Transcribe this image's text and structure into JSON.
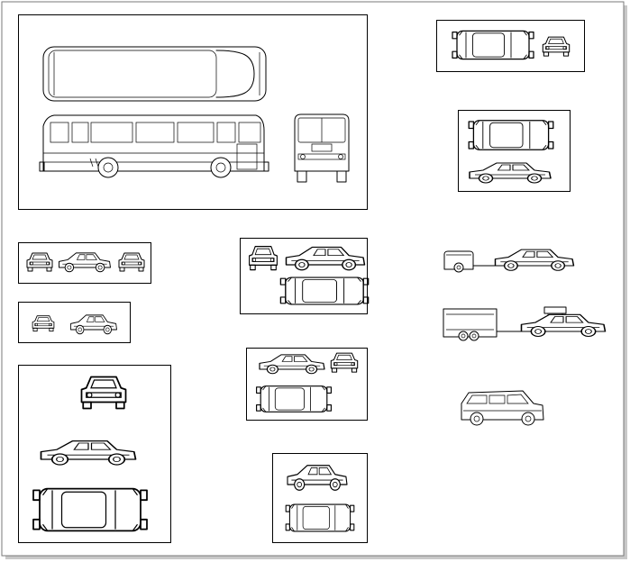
{
  "drawing": {
    "colors": {
      "background": "#ffffff",
      "line": "#000000",
      "sheet_border": "#7a7a7a",
      "shadow": "#c8c8c8"
    },
    "vehicle_groups": [
      {
        "id": "bus",
        "views": [
          "top",
          "side",
          "front"
        ]
      },
      {
        "id": "sedan-top-front",
        "views": [
          "top",
          "front"
        ]
      },
      {
        "id": "sedan-top-side",
        "views": [
          "top",
          "side"
        ]
      },
      {
        "id": "small-front-side-rear",
        "views": [
          "front",
          "side",
          "rear"
        ]
      },
      {
        "id": "small-front-side",
        "views": [
          "front",
          "side"
        ]
      },
      {
        "id": "hatch-front-side-top",
        "views": [
          "front",
          "side",
          "top"
        ]
      },
      {
        "id": "large-sedan",
        "views": [
          "front",
          "side",
          "top"
        ]
      },
      {
        "id": "sedan-side-front-top",
        "views": [
          "side",
          "front",
          "top"
        ]
      },
      {
        "id": "hatchback",
        "views": [
          "side",
          "top"
        ]
      },
      {
        "id": "car-with-small-trailer",
        "views": [
          "side"
        ]
      },
      {
        "id": "car-with-horse-trailer",
        "views": [
          "side"
        ]
      },
      {
        "id": "station-wagon",
        "views": [
          "side"
        ]
      }
    ]
  }
}
